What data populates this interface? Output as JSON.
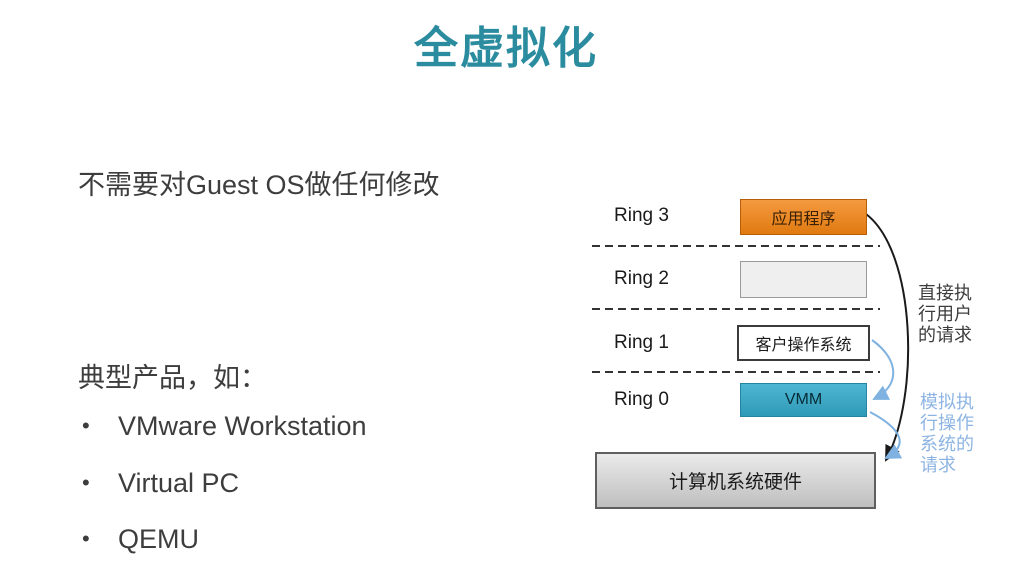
{
  "slide": {
    "title": "全虚拟化",
    "main_point": "不需要对Guest OS做任何修改",
    "products_label": "典型产品，如：",
    "bullet_char": "•",
    "bullets": [
      "VMware Workstation",
      "Virtual PC",
      "QEMU"
    ]
  },
  "diagram": {
    "rings": [
      {
        "label": "Ring 3",
        "box": "应用程序"
      },
      {
        "label": "Ring 2",
        "box": ""
      },
      {
        "label": "Ring 1",
        "box": "客户操作系统"
      },
      {
        "label": "Ring 0",
        "box": "VMM"
      }
    ],
    "hardware_box": "计算机系统硬件",
    "annotation_direct": "直接执行用户的请求",
    "annotation_simulated": "模拟执行操作系统的请求",
    "colors": {
      "title": "#2C8C9F",
      "app_box": "#E8821C",
      "vmm_box": "#38A5C2",
      "annotation_blue": "#8DB4E2"
    }
  }
}
